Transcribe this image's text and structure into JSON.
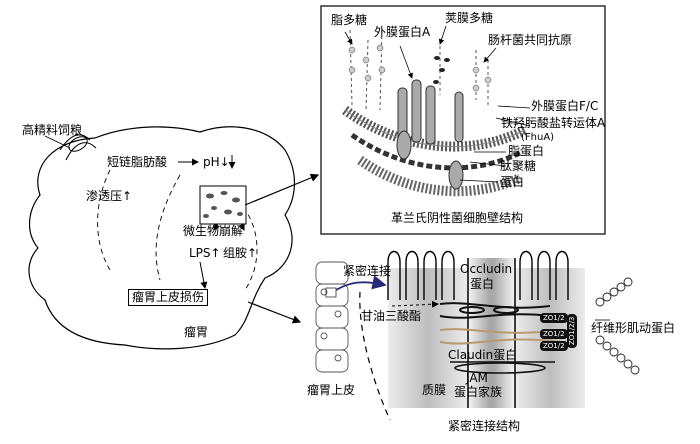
{
  "rumen_panel": {
    "feed_label": "高精料饲粮",
    "scfa_label": "短链脂肪酸",
    "ph_label": "pH",
    "osmotic_label": "渗透压",
    "microbe_label": "微生物崩解",
    "lps_label": "LPS",
    "histamine_label": "组胺",
    "damage_label": "瘤胃上皮损伤",
    "rumen_label": "瘤胃"
  },
  "cell_wall_panel": {
    "title": "革兰氏阴性菌细胞壁结构",
    "labels": {
      "lipopolysaccharide": "脂多糖",
      "omp_a": "外膜蛋白A",
      "capsular": "荚膜多糖",
      "ecc_antigen": "肠杆菌共同抗原",
      "omp_fc": "外膜蛋白F/C",
      "fhua": "铁羟肟酸盐转运体A",
      "fhua_abbr": "(FhuA)",
      "lipoprotein": "脂蛋白",
      "peptidoglycan": "肽聚糖",
      "protein": "蛋白"
    }
  },
  "tight_junction_panel": {
    "title": "紧密连接结构",
    "labels": {
      "tight_junction": "紧密连接",
      "occludin": "Occludin",
      "occludin_protein": "蛋白",
      "triglyceride": "甘油三酸酯",
      "claudin": "Claudin蛋白",
      "membrane": "质膜",
      "jam": "JAM",
      "jam_family": "蛋白家族",
      "actin": "纤维形肌动蛋白",
      "rumen_epithelium": "瘤胃上皮",
      "zo_top": "ZO1/2",
      "zo_mid": "ZO1/2",
      "zo_low": "ZO1/2",
      "zo_vertical": "ZO1/2/3"
    }
  }
}
